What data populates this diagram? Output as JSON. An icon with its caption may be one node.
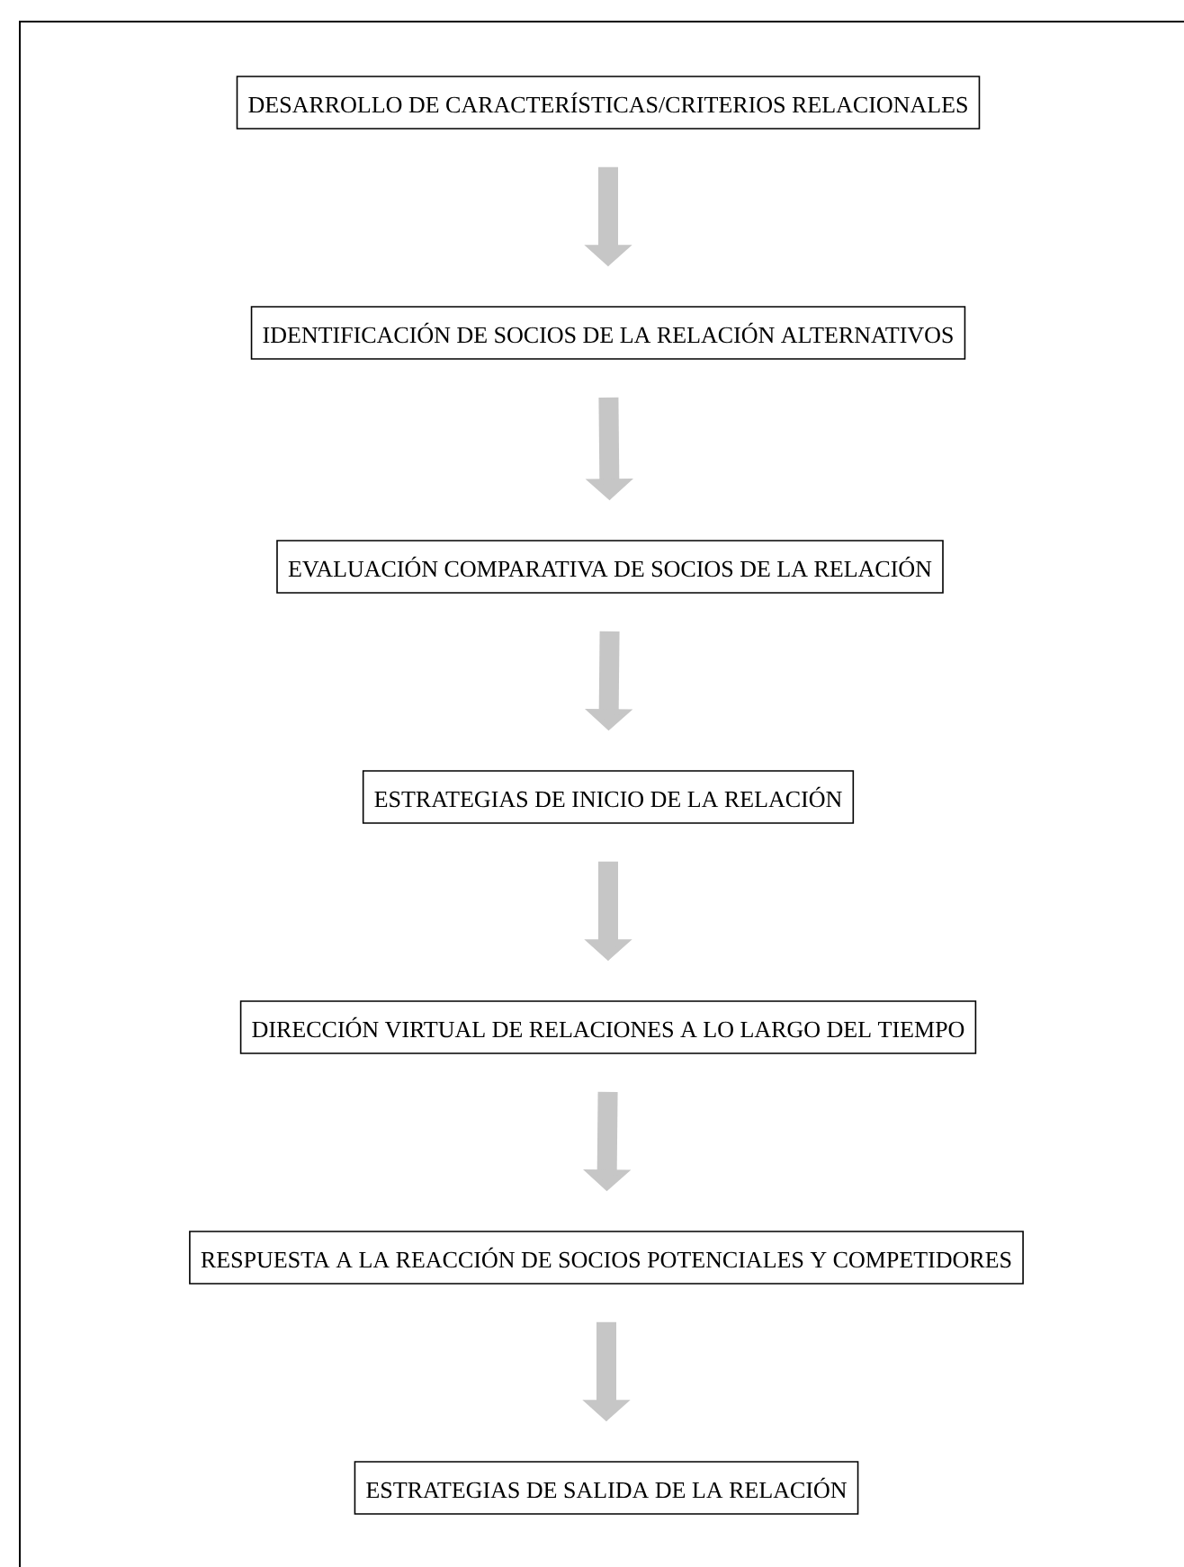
{
  "diagram": {
    "nodes": [
      {
        "text": [
          "DESARROLLO DE CARACTERÍSTICAS/CRITERIOS RELACIONALES"
        ]
      },
      {
        "text": [
          "IDENTIFICACIÓN DE SOCIOS DE LA RELACIÓN ALTERNATIVOS"
        ]
      },
      {
        "text": [
          "EVALUACIÓN COMPARATIVA DE SOCIOS DE LA RELACIÓN"
        ]
      },
      {
        "text": [
          "ESTRATEGIAS DE INICIO DE LA RELACIÓN"
        ]
      },
      {
        "text": [
          "DIRECCIÓN VIRTUAL DE RELACIONES A LO LARGO DEL TIEMPO"
        ]
      },
      {
        "text": [
          "RESPUESTA A LA REACCIÓN DE SOCIOS POTENCIALES Y COMPETIDORES"
        ]
      },
      {
        "text": [
          "ESTRATEGIAS DE SALIDA DE LA RELACIÓN"
        ]
      }
    ],
    "edges": [
      {
        "from": 0,
        "to": 1,
        "arrow": "to"
      },
      {
        "from": 1,
        "to": 2,
        "arrow": "to"
      },
      {
        "from": 2,
        "to": 3,
        "arrow": "to"
      },
      {
        "from": 3,
        "to": 4,
        "arrow": "to"
      },
      {
        "from": 4,
        "to": 5,
        "arrow": "to"
      },
      {
        "from": 5,
        "to": 6,
        "arrow": "to"
      }
    ]
  }
}
